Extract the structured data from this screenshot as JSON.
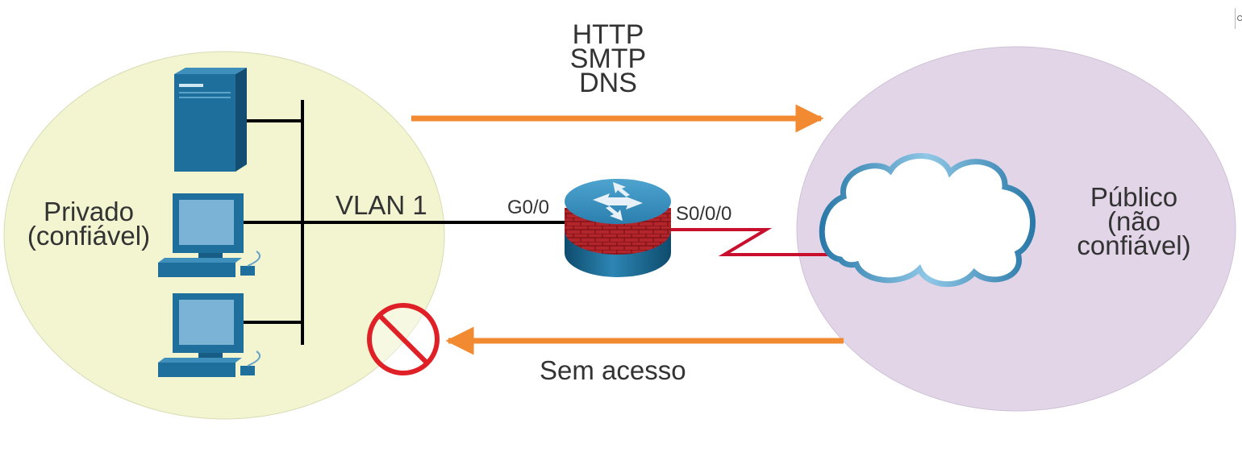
{
  "protocols": [
    "HTTP",
    "SMTP",
    "DNS"
  ],
  "zones": {
    "private": {
      "line1": "Privado",
      "line2": "(confiável)",
      "color": "#f3f5d1"
    },
    "public": {
      "line1": "Público",
      "line2": "(não",
      "line3": "confiável)",
      "color": "#e1d5e7"
    }
  },
  "vlan_label": "VLAN 1",
  "router": {
    "inside_interface": "G0/0",
    "outside_interface": "S0/0/0"
  },
  "blocked_label": "Sem acesso",
  "colors": {
    "arrow": "#f18a31",
    "serial_link": "#c8102e",
    "device_blue": "#1e6d98",
    "no_entry": "#e02027",
    "ethernet": "#000000"
  }
}
